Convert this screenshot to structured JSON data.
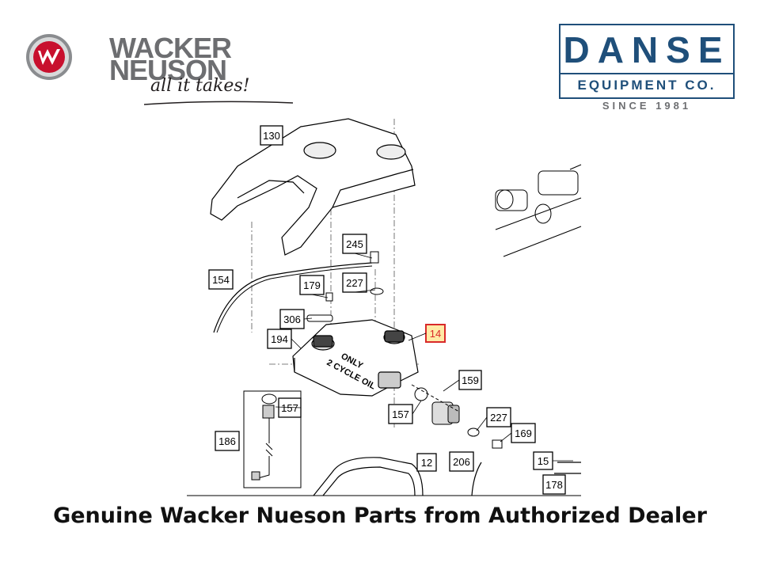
{
  "brand": {
    "wacker_line1": "WACKER",
    "wacker_line2": "NEUSON",
    "tagline": "all it takes!",
    "colors": {
      "wacker_red": "#c8102e",
      "wacker_grey": "#6d6e71",
      "danse_blue": "#1f4f7a"
    }
  },
  "dealer": {
    "name_big": "DANSE",
    "name_small": "EQUIPMENT CO.",
    "since": "SINCE 1981"
  },
  "diagram": {
    "callouts": [
      "130",
      "245",
      "154",
      "179",
      "227",
      "306",
      "194",
      "14",
      "159",
      "157",
      "157",
      "186",
      "227",
      "169",
      "12",
      "206",
      "15",
      "178"
    ],
    "highlighted_callout": "14",
    "tank_label_line1": "2 CYCLE OIL",
    "tank_label_line2": "ONLY"
  },
  "footer": {
    "text": "Genuine Wacker Nueson Parts from Authorized Dealer"
  }
}
